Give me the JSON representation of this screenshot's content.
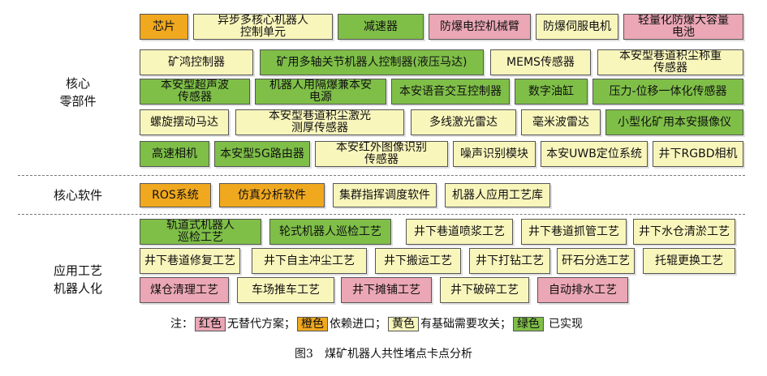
{
  "colors": {
    "red": "#eba7b5",
    "orange": "#f0a81e",
    "yellow": "#f9f6bc",
    "green": "#7fbf48"
  },
  "sections": {
    "core_parts": "核心\n零部件",
    "core_software": "核心软件",
    "application": "应用工艺\n机器人化"
  },
  "core_parts": {
    "row1": [
      {
        "label": "芯片",
        "color": "orange"
      },
      {
        "label": "异步多核心机器人\n控制单元",
        "color": "yellow"
      },
      {
        "label": "减速器",
        "color": "green"
      },
      {
        "label": "防爆电控机械臂",
        "color": "red"
      },
      {
        "label": "防爆伺服电机",
        "color": "yellow"
      },
      {
        "label": "轻量化防爆大容量\n电池",
        "color": "red"
      }
    ],
    "row2": [
      {
        "label": "矿鸿控制器",
        "color": "yellow"
      },
      {
        "label": "矿用多轴关节机器人控制器(液压马达)",
        "color": "green"
      },
      {
        "label": "MEMS传感器",
        "color": "yellow"
      },
      {
        "label": "本安型巷道积尘称重\n传感器",
        "color": "yellow"
      }
    ],
    "row3": [
      {
        "label": "本安型超声波\n传感器",
        "color": "green"
      },
      {
        "label": "机器人用隔爆兼本安\n电源",
        "color": "green"
      },
      {
        "label": "本安语音交互控制器",
        "color": "green"
      },
      {
        "label": "数字油缸",
        "color": "green"
      },
      {
        "label": "压力-位移一体化传感器",
        "color": "green"
      }
    ],
    "row4": [
      {
        "label": "螺旋摆动马达",
        "color": "yellow"
      },
      {
        "label": "本安型巷道积尘激光\n测厚传感器",
        "color": "yellow"
      },
      {
        "label": "多线激光雷达",
        "color": "yellow"
      },
      {
        "label": "毫米波雷达",
        "color": "yellow"
      },
      {
        "label": "小型化矿用本安摄像仪",
        "color": "green"
      }
    ],
    "row5": [
      {
        "label": "高速相机",
        "color": "green"
      },
      {
        "label": "本安型5G路由器",
        "color": "green"
      },
      {
        "label": "本安红外图像识别\n传感器",
        "color": "yellow"
      },
      {
        "label": "噪声识别模块",
        "color": "yellow"
      },
      {
        "label": "本安UWB定位系统",
        "color": "yellow"
      },
      {
        "label": "井下RGBD相机",
        "color": "yellow"
      }
    ]
  },
  "core_software": [
    {
      "label": "ROS系统",
      "color": "orange"
    },
    {
      "label": "仿真分析软件",
      "color": "orange"
    },
    {
      "label": "集群指挥调度软件",
      "color": "yellow"
    },
    {
      "label": "机器人应用工艺库",
      "color": "yellow"
    }
  ],
  "application": {
    "row1": [
      {
        "label": "轨道式机器人\n巡检工艺",
        "color": "green"
      },
      {
        "label": "轮式机器人巡检工艺",
        "color": "green"
      },
      {
        "label": "井下巷道喷浆工艺",
        "color": "yellow"
      },
      {
        "label": "井下巷道抓管工艺",
        "color": "yellow"
      },
      {
        "label": "井下水仓清淤工艺",
        "color": "yellow"
      }
    ],
    "row2": [
      {
        "label": "井下巷道修复工艺",
        "color": "yellow"
      },
      {
        "label": "井下自主冲尘工艺",
        "color": "yellow"
      },
      {
        "label": "井下搬运工艺",
        "color": "yellow"
      },
      {
        "label": "井下打钻工艺",
        "color": "yellow"
      },
      {
        "label": "矸石分选工艺",
        "color": "yellow"
      },
      {
        "label": "托辊更换工艺",
        "color": "yellow"
      }
    ],
    "row3": [
      {
        "label": "煤仓清理工艺",
        "color": "red"
      },
      {
        "label": "车场推车工艺",
        "color": "yellow"
      },
      {
        "label": "井下摊铺工艺",
        "color": "red"
      },
      {
        "label": "井下破碎工艺",
        "color": "yellow"
      },
      {
        "label": "自动排水工艺",
        "color": "red"
      }
    ]
  },
  "legend": {
    "prefix": "注：",
    "red": "红色",
    "red_text": "无替代方案；",
    "orange": "橙色",
    "orange_text": "依赖进口；",
    "yellow": "黄色",
    "yellow_text": "有基础需要攻关；",
    "green": "绿色",
    "green_text": "已实现"
  },
  "caption": {
    "number": "图3",
    "title": "煤矿机器人共性堵点卡点分析"
  }
}
